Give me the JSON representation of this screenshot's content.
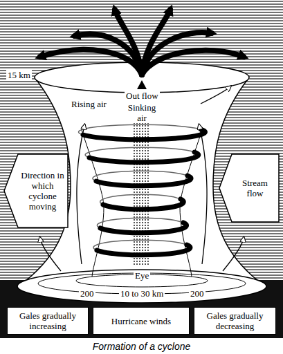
{
  "diagram": {
    "caption": "Formation of a cyclone",
    "nodes": [
      {
        "text": [
          "Direction in which cyclone moving"
        ]
      },
      {
        "text": [
          "Stream flow"
        ]
      },
      {
        "text": [
          "Gales gradually increasing"
        ]
      },
      {
        "text": [
          "Hurricane winds"
        ]
      },
      {
        "text": [
          "Gales gradually decreasing"
        ]
      }
    ],
    "labels": [
      "15 km",
      "Out flow",
      "Rising air",
      "Sinking air",
      "Eye",
      "200",
      "10 to 30 km",
      "200"
    ]
  }
}
